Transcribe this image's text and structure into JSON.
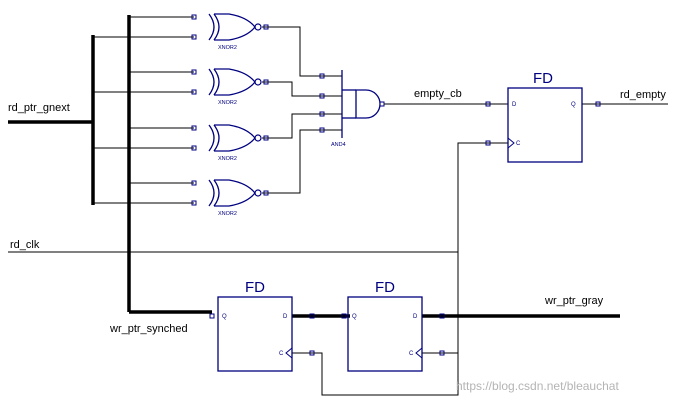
{
  "nets": {
    "rd_ptr_gnext": "rd_ptr_gnext",
    "rd_clk": "rd_clk",
    "wr_ptr_synched": "wr_ptr_synched",
    "empty_cb": "empty_cb",
    "rd_empty": "rd_empty",
    "wr_ptr_gray": "wr_ptr_gray"
  },
  "gates": {
    "xnor_label": "XNOR2",
    "and_label": "AND4"
  },
  "flipflops": [
    {
      "title": "FD",
      "d": "D",
      "q": "Q",
      "c": "C"
    },
    {
      "title": "FD",
      "d": "D",
      "q": "Q",
      "c": "C"
    },
    {
      "title": "FD",
      "d": "D",
      "q": "Q",
      "c": "C"
    }
  ],
  "watermark": "https://blog.csdn.net/bleauchat",
  "colors": {
    "wire": "#000000",
    "symbol": "#000080",
    "watermark": "#b4b4b4"
  }
}
